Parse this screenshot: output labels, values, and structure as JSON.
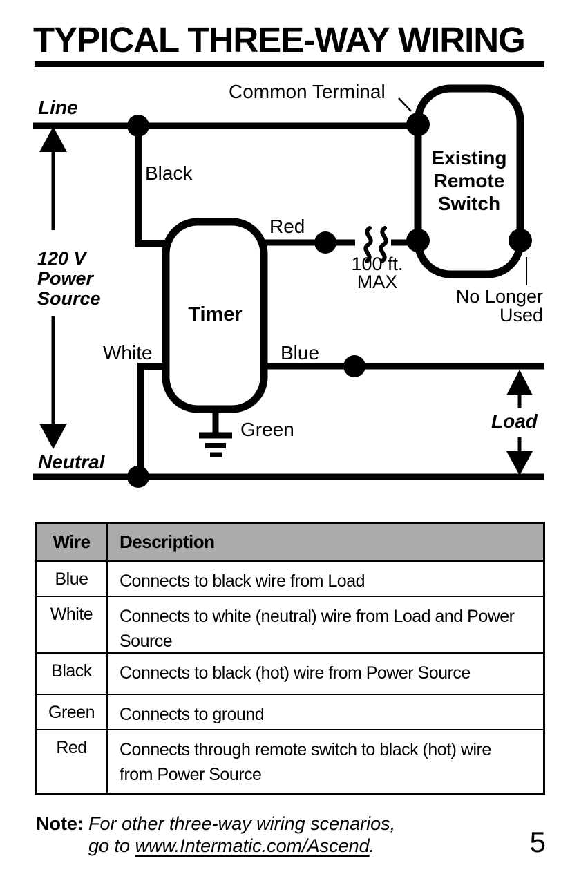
{
  "page": {
    "title": "TYPICAL THREE-WAY WIRING",
    "page_number": "5"
  },
  "diagram": {
    "labels": {
      "line": "Line",
      "neutral": "Neutral",
      "load": "Load",
      "common_terminal": "Common Terminal",
      "black": "Black",
      "red": "Red",
      "white": "White",
      "blue": "Blue",
      "green": "Green",
      "timer": "Timer",
      "existing_remote_switch": [
        "Existing",
        "Remote",
        "Switch"
      ],
      "distance_max": [
        "100 ft.",
        "MAX"
      ],
      "no_longer_used": [
        "No Longer",
        "Used"
      ],
      "power_source": [
        "120 V",
        "Power",
        "Source"
      ]
    },
    "icons": [
      "junction-dot",
      "terminal-dot",
      "wire-break-icon",
      "ground-icon",
      "power-source-arrow",
      "load-arrow"
    ]
  },
  "table": {
    "headers": [
      "Wire",
      "Description"
    ],
    "rows": [
      {
        "wire": "Blue",
        "description": "Connects to black wire from Load"
      },
      {
        "wire": "White",
        "description": "Connects to white (neutral) wire from Load and Power Source"
      },
      {
        "wire": "Black",
        "description": "Connects to black (hot) wire from Power Source"
      },
      {
        "wire": "Green",
        "description": "Connects to ground"
      },
      {
        "wire": "Red",
        "description": "Connects through remote switch to black (hot) wire from Power Source"
      }
    ],
    "header_bg": "#ABABAB"
  },
  "note": {
    "label": "Note:",
    "line1": "For other three-way wiring scenarios,",
    "line2_prefix": "go to ",
    "line2_link": "www.Intermatic.com/Ascend",
    "line2_suffix": "."
  },
  "colors": {
    "ink": "#000000",
    "table_header_bg": "#ABABAB",
    "background": "#FFFFFF"
  }
}
